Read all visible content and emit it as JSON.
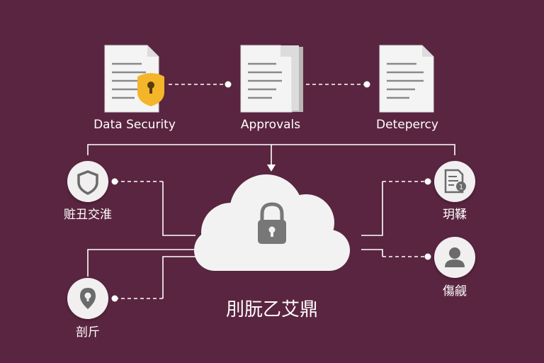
{
  "top_documents": [
    {
      "label": "Data Security"
    },
    {
      "label": "Approvals"
    },
    {
      "label": "Detepercy"
    }
  ],
  "left_nodes": [
    {
      "label": "赃丑交淮"
    },
    {
      "label": "剖斤"
    }
  ],
  "right_nodes": [
    {
      "label": "玥鞣"
    },
    {
      "label": "傷觎"
    }
  ],
  "center": {
    "label": "刖朊乙艾鼎"
  },
  "icons": {
    "doc": "document-icon",
    "badge": "security-badge-icon",
    "shield": "shield-icon",
    "location": "location-pin-icon",
    "doc_alert": "document-alert-icon",
    "user": "user-icon",
    "lock": "padlock-icon",
    "cloud": "cloud-icon"
  },
  "colors": {
    "background": "#5a2540",
    "badge": "#f4b52a",
    "node": "#f1eff0",
    "icon": "#6b6b6b"
  }
}
